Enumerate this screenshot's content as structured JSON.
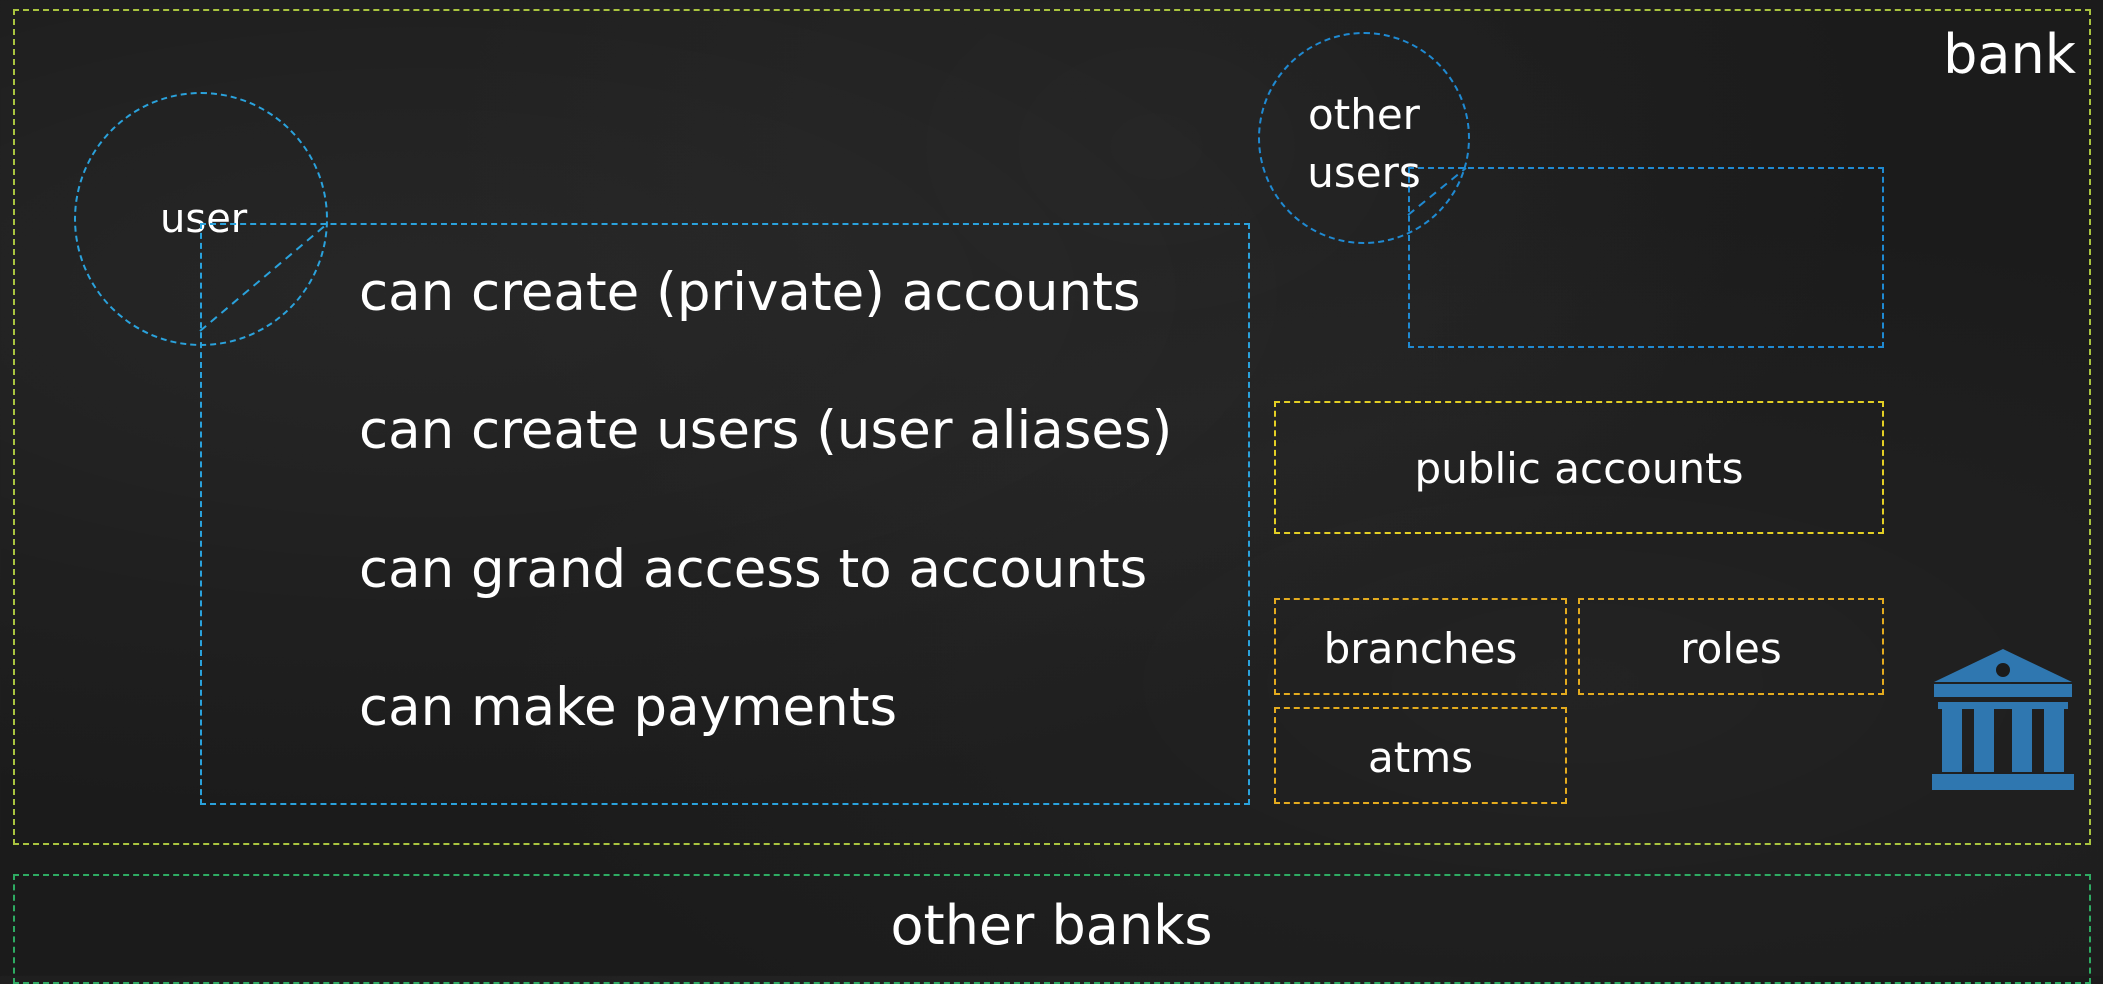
{
  "bank": {
    "label": "bank"
  },
  "other_banks": {
    "label": "other banks"
  },
  "user": {
    "label": "user",
    "capabilities": [
      "can create (private) accounts",
      "can create users (user aliases)",
      "can grand access to accounts",
      "can make payments"
    ]
  },
  "other_users": {
    "label": "other users"
  },
  "public_accounts": {
    "label": "public accounts"
  },
  "branches": {
    "label": "branches"
  },
  "roles": {
    "label": "roles"
  },
  "atms": {
    "label": "atms"
  },
  "icons": {
    "bank_icon": "bank-building-icon"
  },
  "colors": {
    "background": "#1b1b1b",
    "bank_border": "#a9c43f",
    "other_banks_border": "#2eab62",
    "user_border": "#2aa2dc",
    "other_users_border": "#1f8ad2",
    "public_accounts_border": "#e3cf24",
    "resource_border": "#e4ab1e",
    "bank_icon": "#2f77b0"
  }
}
